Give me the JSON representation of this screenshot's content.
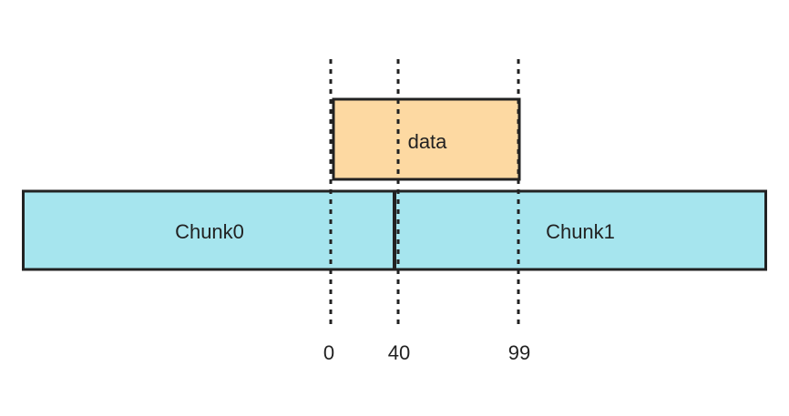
{
  "data_block": {
    "label": "data",
    "fill": "#fdd9a2"
  },
  "chunks": [
    {
      "label": "Chunk0",
      "fill": "#a6e5ee"
    },
    {
      "label": "Chunk1",
      "fill": "#a6e5ee"
    }
  ],
  "markers": [
    {
      "label": "0"
    },
    {
      "label": "40"
    },
    {
      "label": "99"
    }
  ],
  "colors": {
    "stroke": "#222222",
    "background": "#ffffff"
  }
}
